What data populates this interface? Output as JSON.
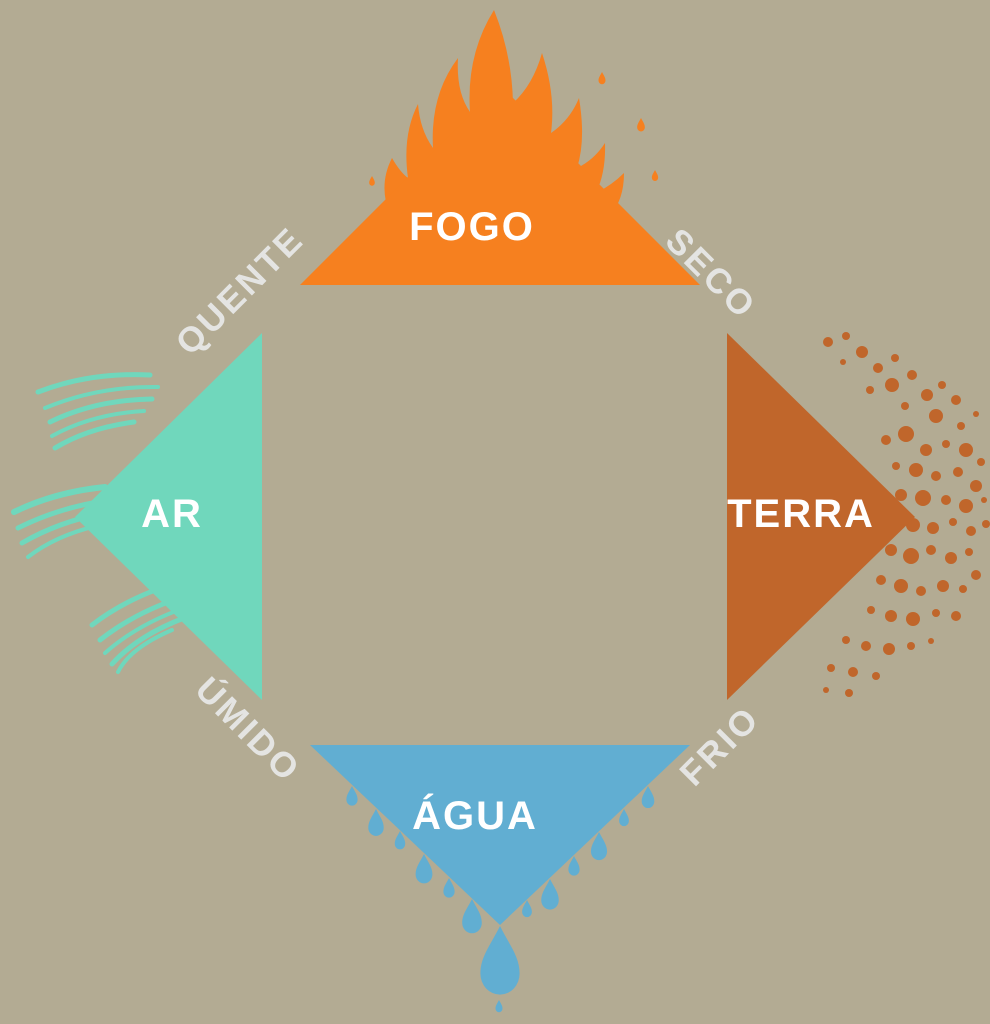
{
  "elements": {
    "fire": {
      "label": "FOGO"
    },
    "earth": {
      "label": "TERRA"
    },
    "water": {
      "label": "ÁGUA"
    },
    "air": {
      "label": "AR"
    }
  },
  "qualities": {
    "hot": {
      "label": "QUENTE"
    },
    "dry": {
      "label": "SECO"
    },
    "cold": {
      "label": "FRIO"
    },
    "humid": {
      "label": "ÚMIDO"
    }
  },
  "colors": {
    "background": "#b3ab93",
    "fire": "#f6801f",
    "earth": "#c0662b",
    "water": "#61aed2",
    "air": "#70d7bc",
    "element_label": "#ffffff",
    "quality_label": "#e4e4e2"
  }
}
